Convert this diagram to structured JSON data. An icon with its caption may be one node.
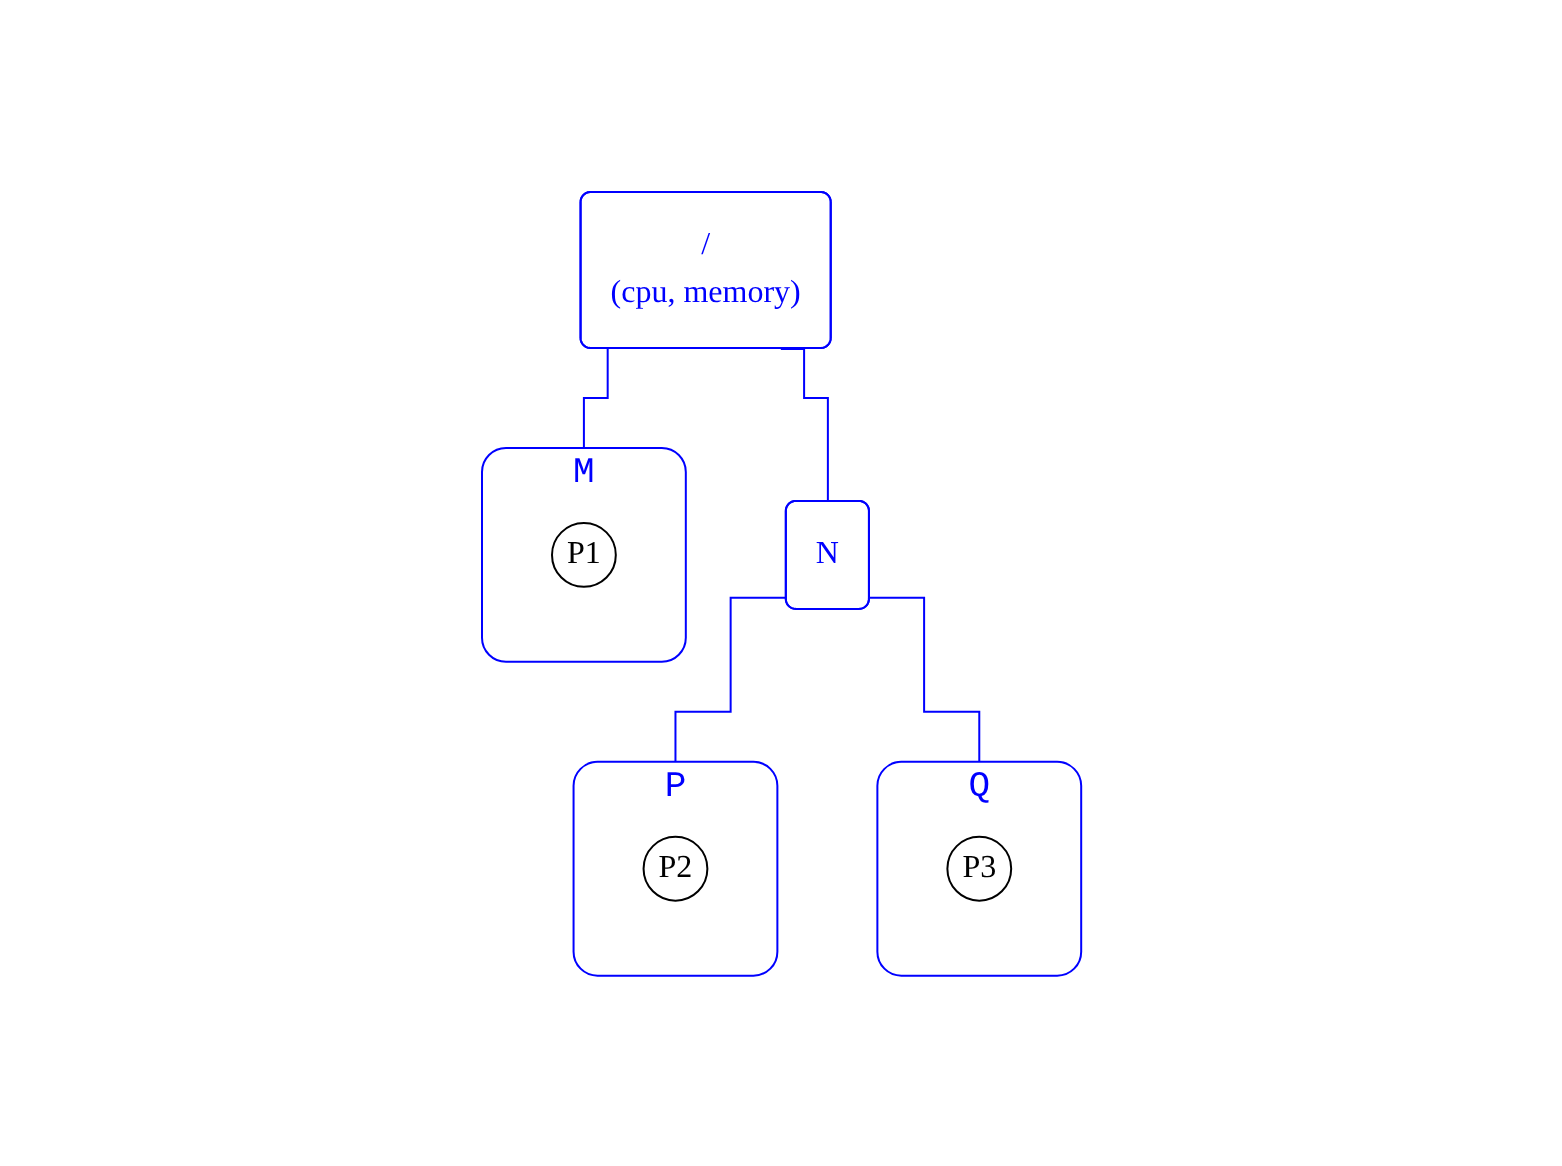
{
  "diagram": {
    "nodes": [
      {
        "text": [
          "/",
          "(cpu, memory)"
        ]
      },
      {
        "text": [
          "M"
        ]
      },
      {
        "text": [
          "P1"
        ],
        "in": 1
      },
      {
        "text": [
          "N"
        ]
      },
      {
        "text": [
          "P"
        ]
      },
      {
        "text": [
          "P2"
        ],
        "in": 4
      },
      {
        "text": [
          "Q"
        ]
      },
      {
        "text": [
          "P3"
        ],
        "in": 6
      }
    ],
    "edges": [
      {
        "from": 0,
        "to": 1,
        "arrow": "none"
      },
      {
        "from": 0,
        "to": 3,
        "arrow": "none"
      },
      {
        "from": 3,
        "to": 4,
        "arrow": "none"
      },
      {
        "from": 3,
        "to": 6,
        "arrow": "none"
      }
    ]
  }
}
